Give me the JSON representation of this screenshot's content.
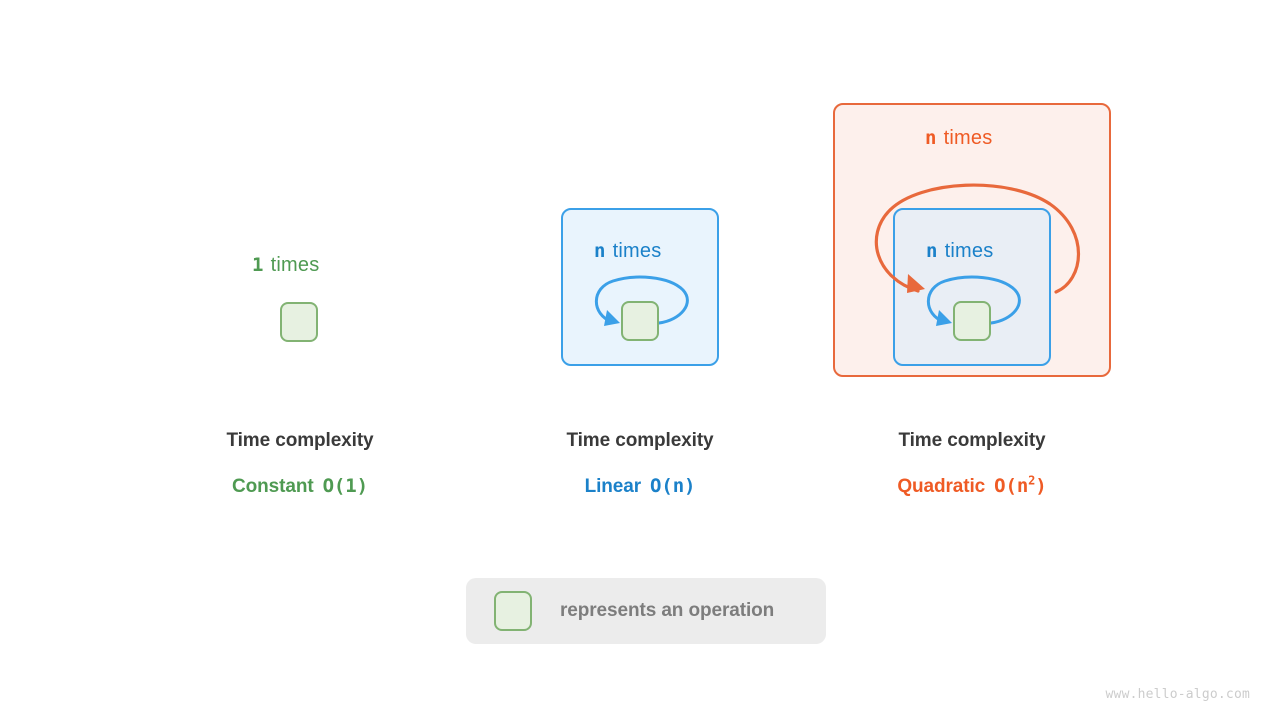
{
  "figure": {
    "watermark": "www.hello-algo.com"
  },
  "columns": [
    {
      "id": "constant",
      "loop_symbol": "1",
      "loop_word": "times",
      "accent": "#4f9a52",
      "caption_title": "Time complexity",
      "caption_name": "Constant",
      "caption_bigo": "O(1)",
      "caption_bigo_base": "O(1)",
      "caption_bigo_exp": ""
    },
    {
      "id": "linear",
      "loop_symbol": "n",
      "loop_word": "times",
      "accent": "#1b81c9",
      "caption_title": "Time complexity",
      "caption_name": "Linear",
      "caption_bigo": "O(n)",
      "caption_bigo_base": "O(n)",
      "caption_bigo_exp": ""
    },
    {
      "id": "quadratic",
      "outer_loop_symbol": "n",
      "outer_loop_word": "times",
      "inner_loop_symbol": "n",
      "inner_loop_word": "times",
      "accent": "#ef5b25",
      "inner_accent": "#1b81c9",
      "caption_title": "Time complexity",
      "caption_name": "Quadratic",
      "caption_bigo": "O(n2)",
      "caption_bigo_base": "O(n",
      "caption_bigo_exp": "2",
      "caption_bigo_close": ")"
    }
  ],
  "legend": {
    "text": "represents an operation"
  },
  "colors": {
    "green_fill": "#e7f1e1",
    "green_stroke": "#82b373",
    "blue_fill": "#e9f4fd",
    "blue_fill_inner": "#e9eef5",
    "blue_stroke": "#3ba0e8",
    "orange_fill": "#fdf0ec",
    "orange_stroke": "#e8693c",
    "text_dark": "#3a3a3a",
    "legend_bg": "#ececec",
    "legend_text": "#7d7d7d",
    "watermark": "#cccccc"
  }
}
